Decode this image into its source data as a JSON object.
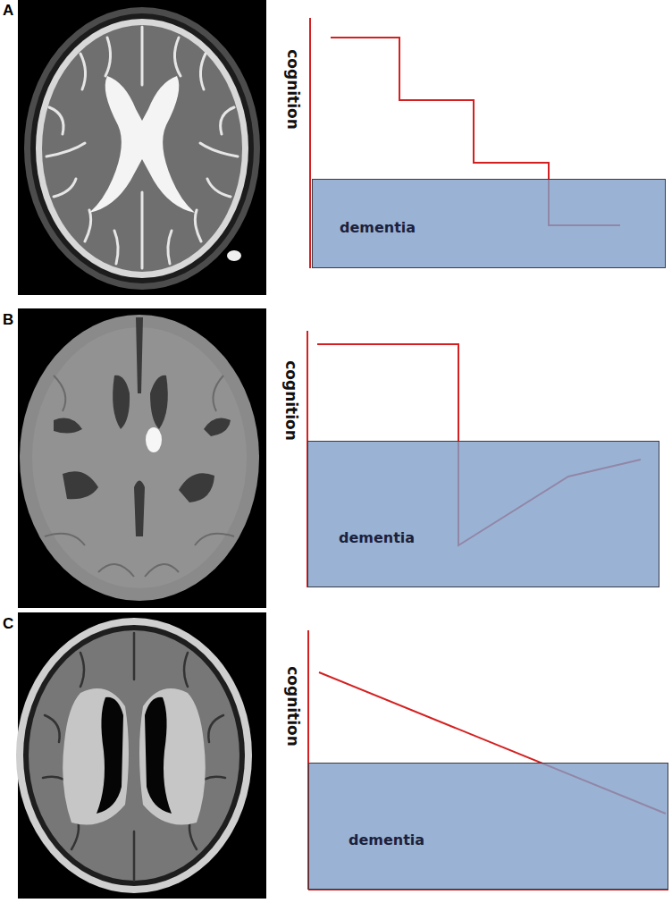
{
  "diagram": {
    "nodes": [
      {
        "text": [
          "dementia"
        ]
      },
      {
        "text": [
          "dementia"
        ]
      },
      {
        "text": [
          "dementia"
        ]
      }
    ],
    "labels": [
      "A",
      "cognition",
      "B",
      "cognition",
      "C",
      "cognition"
    ]
  }
}
